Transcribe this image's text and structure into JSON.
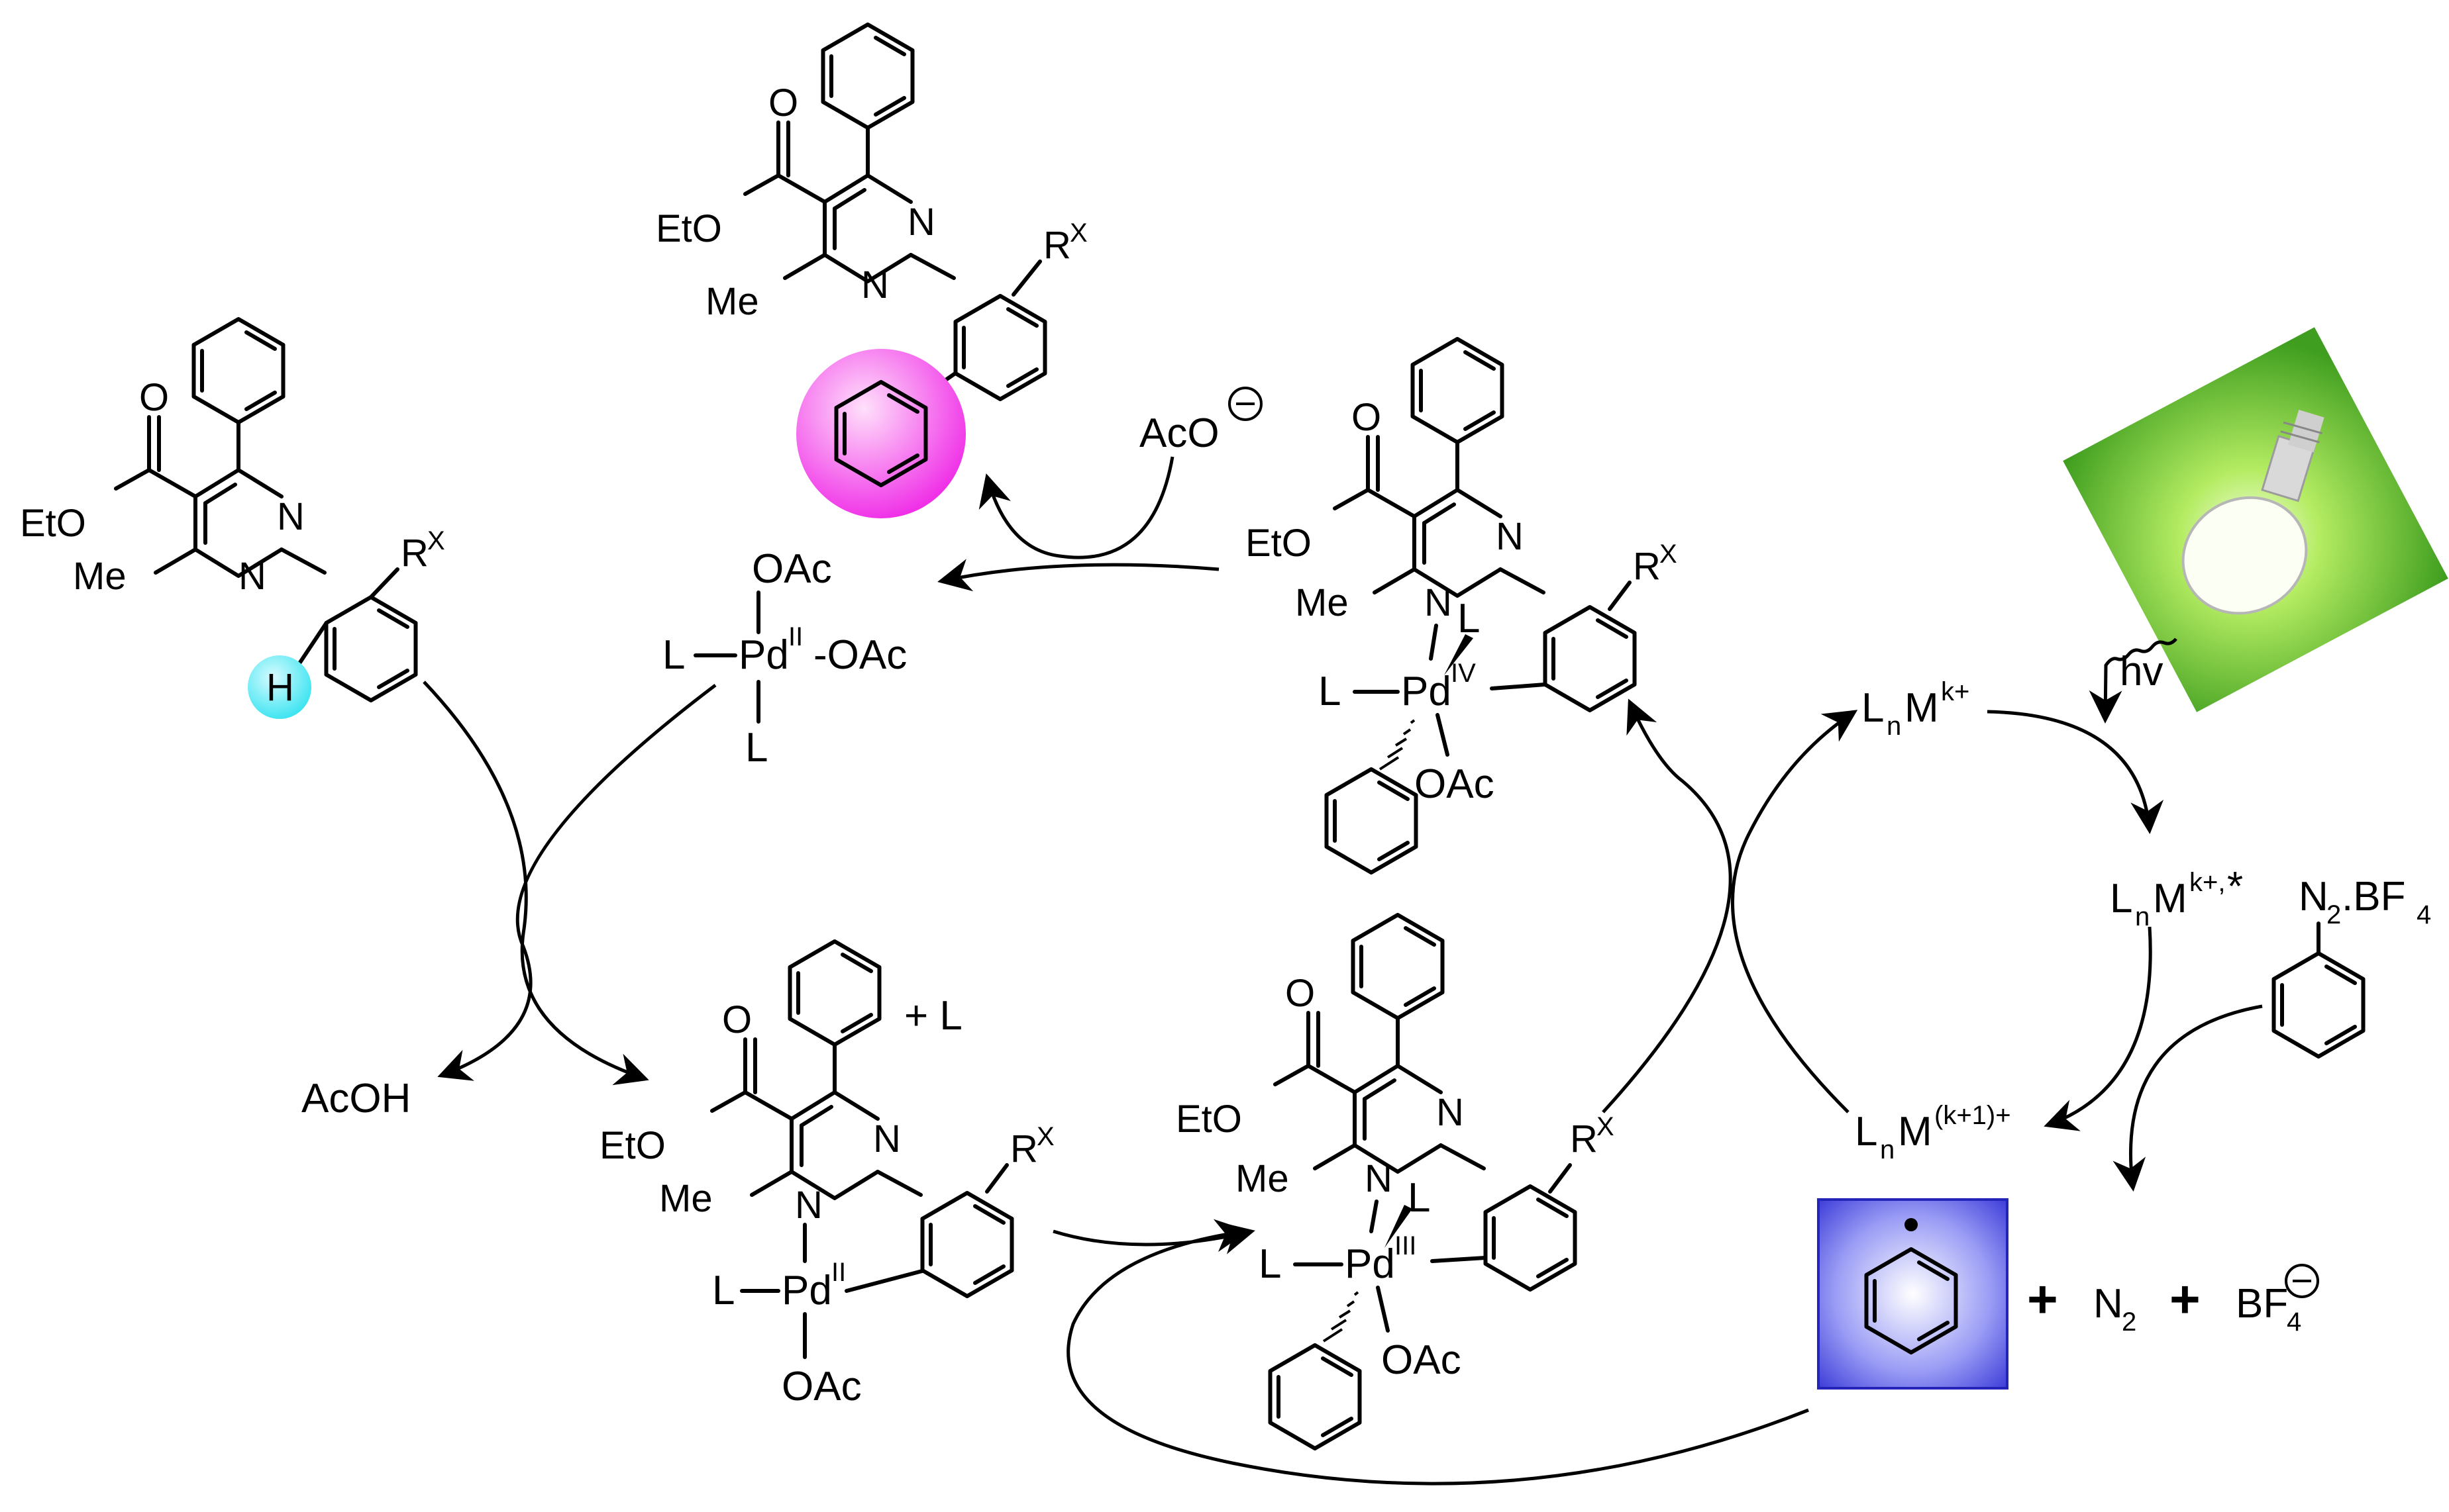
{
  "colors": {
    "highlight_h": "#35e3f0",
    "highlight_product": "#ef28e6",
    "radical_box": "#3f3fe0",
    "lamp_bg": "#6cc93a"
  },
  "icons": [
    "light-bulb-icon"
  ],
  "substituents": {
    "ester": "EtO",
    "carbonyl_o": "O",
    "methyl": "Me",
    "nitrogen": "N",
    "aryl_sub": "R",
    "aryl_sub_sup": "X",
    "hydrogen": "H"
  },
  "species": {
    "acetate": "AcO",
    "acetic_acid": "AcOH",
    "ligand": "L",
    "plus_ligand": "+ L",
    "oac": "OAc",
    "pd": "Pd",
    "pd2_sup": "II",
    "pd3_sup": "III",
    "pd4_sup": "IV",
    "pd_oac_tail": "-OAc"
  },
  "photocatalyst": {
    "hv": "hv",
    "ground": {
      "main": "L",
      "sub": "n",
      "metal": "M",
      "sup": "k+"
    },
    "excited": {
      "main": "L",
      "sub": "n",
      "metal": "M",
      "sup": "k+,",
      "star": "*"
    },
    "oxidized": {
      "main": "L",
      "sub": "n",
      "metal": "M",
      "sup": "(k+1)+"
    }
  },
  "diazonium": {
    "main": "N",
    "sub": "2",
    "tail": ".BF",
    "tail_sub": "4"
  },
  "byproducts": {
    "plus": "+",
    "n2_main": "N",
    "n2_sub": "2",
    "bf4_main": "BF",
    "bf4_sub": "4"
  }
}
